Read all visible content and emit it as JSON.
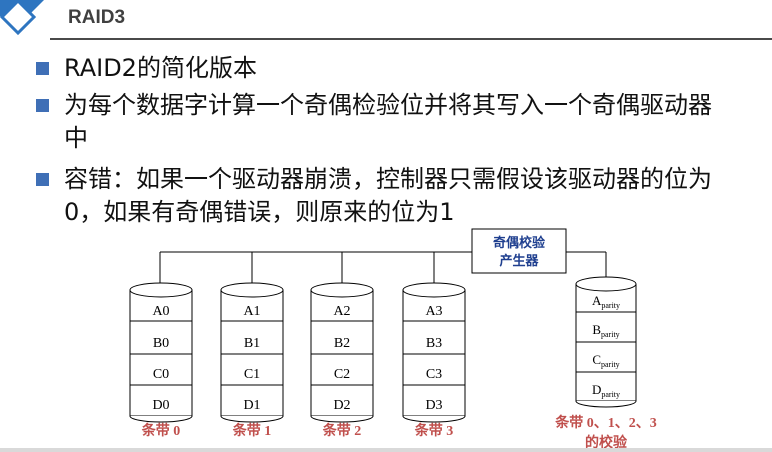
{
  "header": {
    "title": "RAID3"
  },
  "bullets": [
    "RAID2的简化版本",
    "为每个数据字计算一个奇偶检验位并将其写入一个奇偶驱动器中",
    "容错：如果一个驱动器崩溃，控制器只需假设该驱动器的位为0，如果有奇偶错误，则原来的位为1"
  ],
  "diagram": {
    "generator_label_line1": "奇偶校验",
    "generator_label_line2": "产生器",
    "disks": [
      {
        "blocks": [
          "A0",
          "B0",
          "C0",
          "D0"
        ],
        "caption": "条带 0"
      },
      {
        "blocks": [
          "A1",
          "B1",
          "C1",
          "D1"
        ],
        "caption": "条带 1"
      },
      {
        "blocks": [
          "A2",
          "B2",
          "C2",
          "D2"
        ],
        "caption": "条带 2"
      },
      {
        "blocks": [
          "A3",
          "B3",
          "C3",
          "D3"
        ],
        "caption": "条带 3"
      }
    ],
    "parity_disk": {
      "blocks": [
        {
          "letter": "A",
          "sub": "parity"
        },
        {
          "letter": "B",
          "sub": "parity"
        },
        {
          "letter": "C",
          "sub": "parity"
        },
        {
          "letter": "D",
          "sub": "parity"
        }
      ],
      "caption_line1": "条带 0、1、2、3",
      "caption_line2": "的校验"
    }
  },
  "colors": {
    "bullet_square": "#3f6fb6",
    "caption": "#c0504d",
    "logo": "#2e75c0"
  }
}
